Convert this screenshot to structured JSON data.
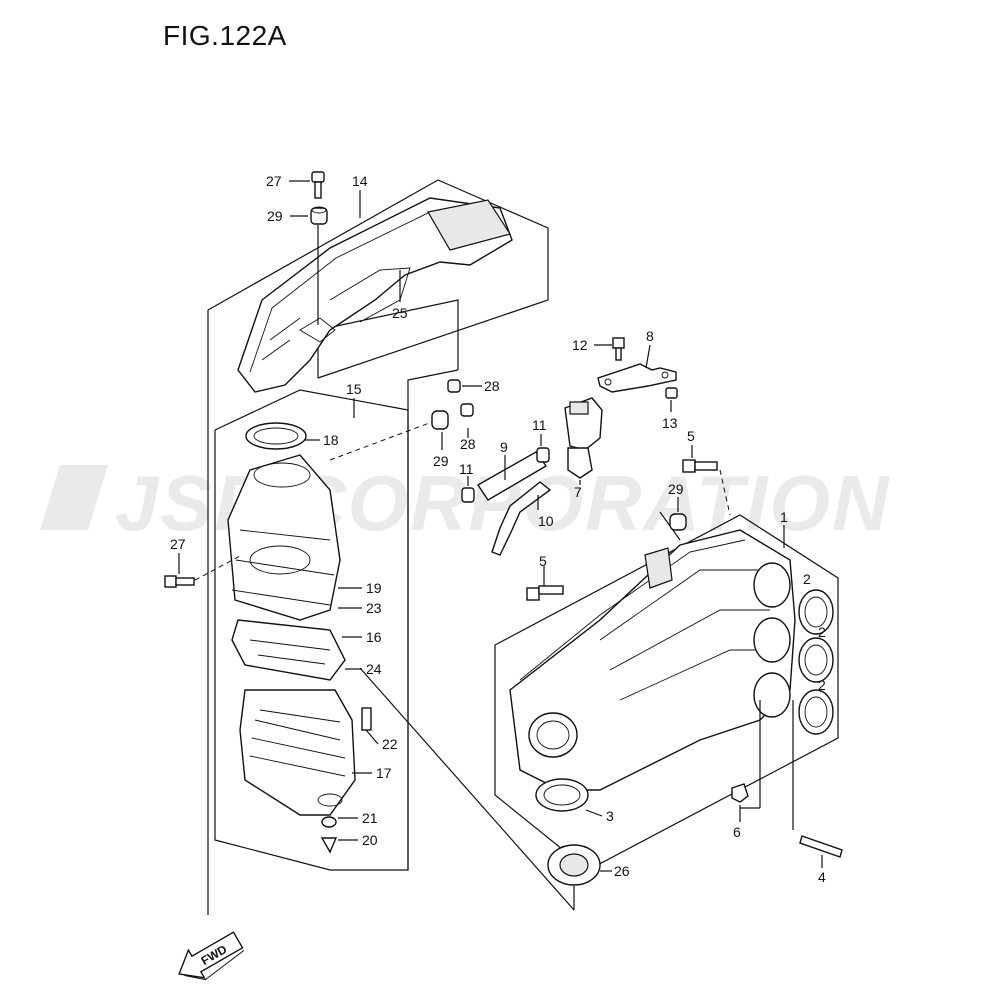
{
  "figure": {
    "title": "FIG.122A"
  },
  "watermark": {
    "text": "JSP CORPORATION",
    "color": "#d9d9d9"
  },
  "direction": {
    "label": "FWD"
  },
  "callouts": [
    {
      "id": "27a",
      "label": "27"
    },
    {
      "id": "29a",
      "label": "29"
    },
    {
      "id": "14",
      "label": "14"
    },
    {
      "id": "25",
      "label": "25"
    },
    {
      "id": "28a",
      "label": "28"
    },
    {
      "id": "15",
      "label": "15"
    },
    {
      "id": "18",
      "label": "18"
    },
    {
      "id": "28b",
      "label": "28"
    },
    {
      "id": "29b",
      "label": "29"
    },
    {
      "id": "12",
      "label": "12"
    },
    {
      "id": "8",
      "label": "8"
    },
    {
      "id": "13",
      "label": "13"
    },
    {
      "id": "11a",
      "label": "11"
    },
    {
      "id": "9",
      "label": "9"
    },
    {
      "id": "11b",
      "label": "11"
    },
    {
      "id": "10",
      "label": "10"
    },
    {
      "id": "7",
      "label": "7"
    },
    {
      "id": "5a",
      "label": "5"
    },
    {
      "id": "29c",
      "label": "29"
    },
    {
      "id": "1",
      "label": "1"
    },
    {
      "id": "27b",
      "label": "27"
    },
    {
      "id": "19",
      "label": "19"
    },
    {
      "id": "23",
      "label": "23"
    },
    {
      "id": "16",
      "label": "16"
    },
    {
      "id": "24",
      "label": "24"
    },
    {
      "id": "5b",
      "label": "5"
    },
    {
      "id": "2a",
      "label": "2"
    },
    {
      "id": "2b",
      "label": "2"
    },
    {
      "id": "2c",
      "label": "2"
    },
    {
      "id": "22",
      "label": "22"
    },
    {
      "id": "17",
      "label": "17"
    },
    {
      "id": "21",
      "label": "21"
    },
    {
      "id": "20",
      "label": "20"
    },
    {
      "id": "3",
      "label": "3"
    },
    {
      "id": "6",
      "label": "6"
    },
    {
      "id": "26",
      "label": "26"
    },
    {
      "id": "4",
      "label": "4"
    }
  ]
}
